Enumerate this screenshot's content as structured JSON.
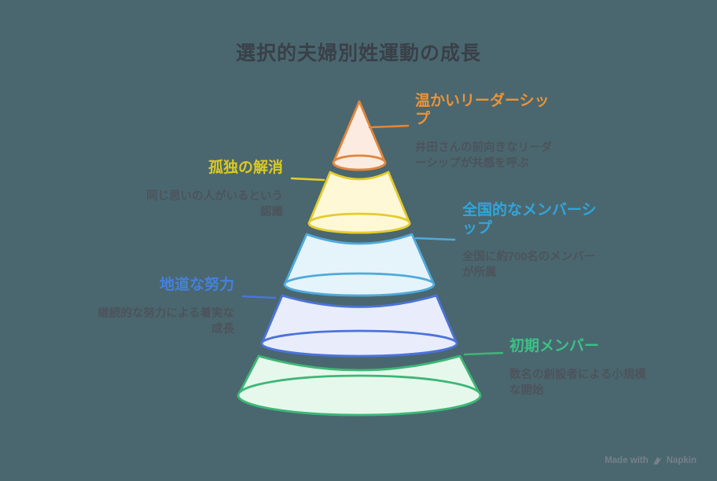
{
  "canvas": {
    "background_color": "#4A6770"
  },
  "title": {
    "text": "選択的夫婦別姓運動の成長",
    "color": "#3A4048"
  },
  "funnel": {
    "type": "pyramid-cone",
    "levels": [
      {
        "rank": 1,
        "heading": "温かいリーダーシッ\nプ",
        "description": "井田さんの前向きなリーダ\nーシップが共感を呼ぶ",
        "label_side": "right",
        "accent": "#EC9335",
        "stroke": "#E0863C",
        "fill": "#FCEBE0"
      },
      {
        "rank": 2,
        "heading": "孤独の解消",
        "description": "同じ思いの人がいるという\n認識",
        "label_side": "left",
        "accent": "#DCC91F",
        "stroke": "#E3CC2D",
        "fill": "#FEF8D7"
      },
      {
        "rank": 3,
        "heading": "全国的なメンバーシ\nップ",
        "description": "全国に約700名のメンバー\nが所属",
        "label_side": "right",
        "accent": "#32A5DA",
        "stroke": "#4FAADA",
        "fill": "#E5F3FB"
      },
      {
        "rank": 4,
        "heading": "地道な努力",
        "description": "継続的な努力による着実な\n成長",
        "label_side": "left",
        "accent": "#4580DE",
        "stroke": "#4C73DA",
        "fill": "#E9EDFB"
      },
      {
        "rank": 5,
        "heading": "初期メンバー",
        "description": "数名の創設者による小規模\nな開始",
        "label_side": "right",
        "accent": "#3AC285",
        "stroke": "#3CB776",
        "fill": "#E6F8EC"
      }
    ]
  },
  "watermark": {
    "prefix": "Made with",
    "brand": "Napkin",
    "icon": "napkin-pen-icon"
  }
}
